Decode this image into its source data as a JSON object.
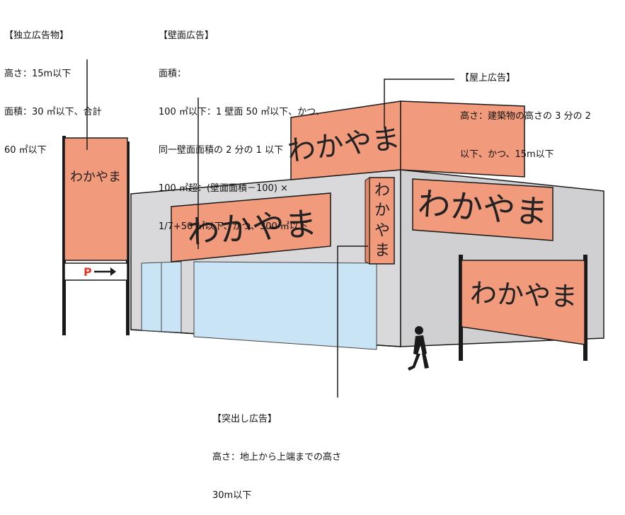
{
  "labels": {
    "freestanding": {
      "title": "【独立広告物】",
      "line1": "高さ：15m以下",
      "line2": "面積：30 ㎡以下、合計",
      "line3": "60 ㎡以下"
    },
    "wall": {
      "title": "【壁面広告】",
      "line1": "面積：",
      "line2": "100 ㎡以下：1 壁面 50 ㎡以下、かつ、",
      "line3": "同一壁面面積の 2 分の 1 以下",
      "line4": "100 ㎡超：(壁面面積－100) ×",
      "line5": "1/7+50 ㎡以下、かつ、300 ㎡以下"
    },
    "rooftop": {
      "title": "【屋上広告】",
      "line1": "高さ：建築物の高さの 3 分の 2",
      "line2": "以下、かつ、15m以下"
    },
    "projecting": {
      "title": "【突出し広告】",
      "line1": "高さ：地上から上端までの高さ",
      "line2": "30m以下"
    }
  },
  "signs": {
    "pole_sign": "わかやま",
    "wall_sign": "わかやま",
    "rooftop_sign": "わかやま",
    "projecting_sign": [
      "わ",
      "か",
      "や",
      "ま"
    ],
    "side_wall_sign": "わかやま",
    "ground_sign": "わかやま",
    "parking_sign": "P"
  },
  "colors": {
    "sign_fill": "#F29B7C",
    "building_front": "#D9D9DB",
    "building_side": "#D0D0D2",
    "glass": "#C8E4F5",
    "outline": "#1a1a1a",
    "parking_red": "#E8352B"
  }
}
